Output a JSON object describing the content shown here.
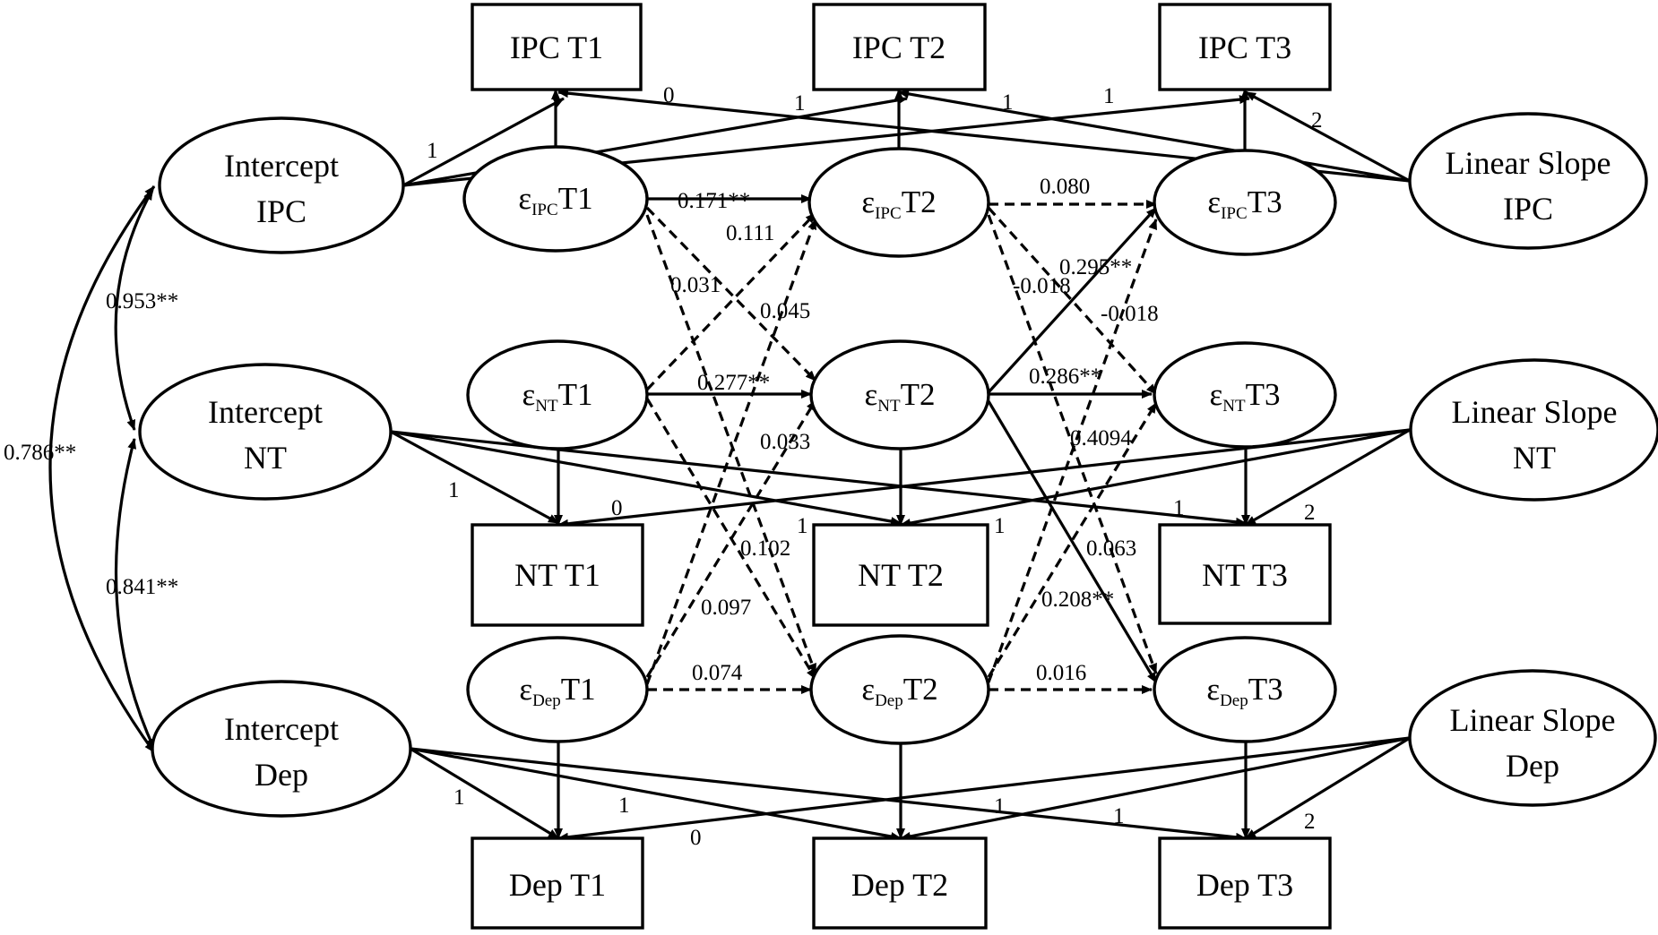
{
  "nodes": {
    "ipc_t1": "IPC T1",
    "ipc_t2": "IPC T2",
    "ipc_t3": "IPC T3",
    "nt_t1": "NT T1",
    "nt_t2": "NT T2",
    "nt_t3": "NT T3",
    "dep_t1": "Dep T1",
    "dep_t2": "Dep T2",
    "dep_t3": "Dep T3",
    "intercept_ipc": [
      "Intercept",
      "IPC"
    ],
    "intercept_nt": [
      "Intercept",
      "NT"
    ],
    "intercept_dep": [
      "Intercept",
      "Dep"
    ],
    "slope_ipc": [
      "Linear Slope",
      "IPC"
    ],
    "slope_nt": [
      "Linear Slope",
      "NT"
    ],
    "slope_dep": [
      "Linear Slope",
      "Dep"
    ]
  },
  "residuals": {
    "symbol": "ε",
    "ipc_t1": {
      "sub": "IPC",
      "time": "T1"
    },
    "ipc_t2": {
      "sub": "IPC",
      "time": "T2"
    },
    "ipc_t3": {
      "sub": "IPC",
      "time": "T3"
    },
    "nt_t1": {
      "sub": "NT",
      "time": "T1"
    },
    "nt_t2": {
      "sub": "NT",
      "time": "T2"
    },
    "nt_t3": {
      "sub": "NT",
      "time": "T3"
    },
    "dep_t1": {
      "sub": "Dep",
      "time": "T1"
    },
    "dep_t2": {
      "sub": "Dep",
      "time": "T2"
    },
    "dep_t3": {
      "sub": "Dep",
      "time": "T3"
    }
  },
  "correlations": {
    "intercept_ipc_nt": "0.953**",
    "intercept_nt_dep": "0.841**",
    "intercept_ipc_dep": "0.786**"
  },
  "loadings": {
    "intercept_ipc": "1",
    "intercept_nt": "1",
    "intercept_dep_t1": "1",
    "intercept_dep_t2": "1",
    "intercept_dep_t3": "1",
    "slope_ipc_t1": "0",
    "slope_ipc_t2": "1",
    "slope_ipc_t3": "2",
    "ipc_t2_extra": "1",
    "ipc_t3_extra": "1",
    "slope_nt_t1": "0",
    "slope_nt_t2_a": "1",
    "slope_nt_t2_b": "1",
    "slope_nt_t3_a": "1",
    "slope_nt_t3_b": "2",
    "slope_dep_t1": "0",
    "slope_dep_t2": "1",
    "slope_dep_t3": "2"
  },
  "paths": {
    "ipc1_ipc2": "0.171**",
    "ipc1_nt2": "0.031",
    "nt1_ipc2": "0.111",
    "ipc1_dep2": "0.045",
    "nt1_nt2": "0.277**",
    "dep1_ipc2": "0.033",
    "nt1_dep2": "0.102",
    "dep1_nt2": "0.097",
    "dep1_dep2": "0.074",
    "ipc2_ipc3": "0.080",
    "ipc2_nt3": "-0.018",
    "nt2_ipc3": "0.295**",
    "ipc2_dep3": "-0.018",
    "nt2_nt3": "0.286**",
    "dep2_ipc3": "0.4094",
    "nt2_dep3": "0.063",
    "dep2_nt3": "0.208**",
    "dep2_dep3": "0.016"
  }
}
